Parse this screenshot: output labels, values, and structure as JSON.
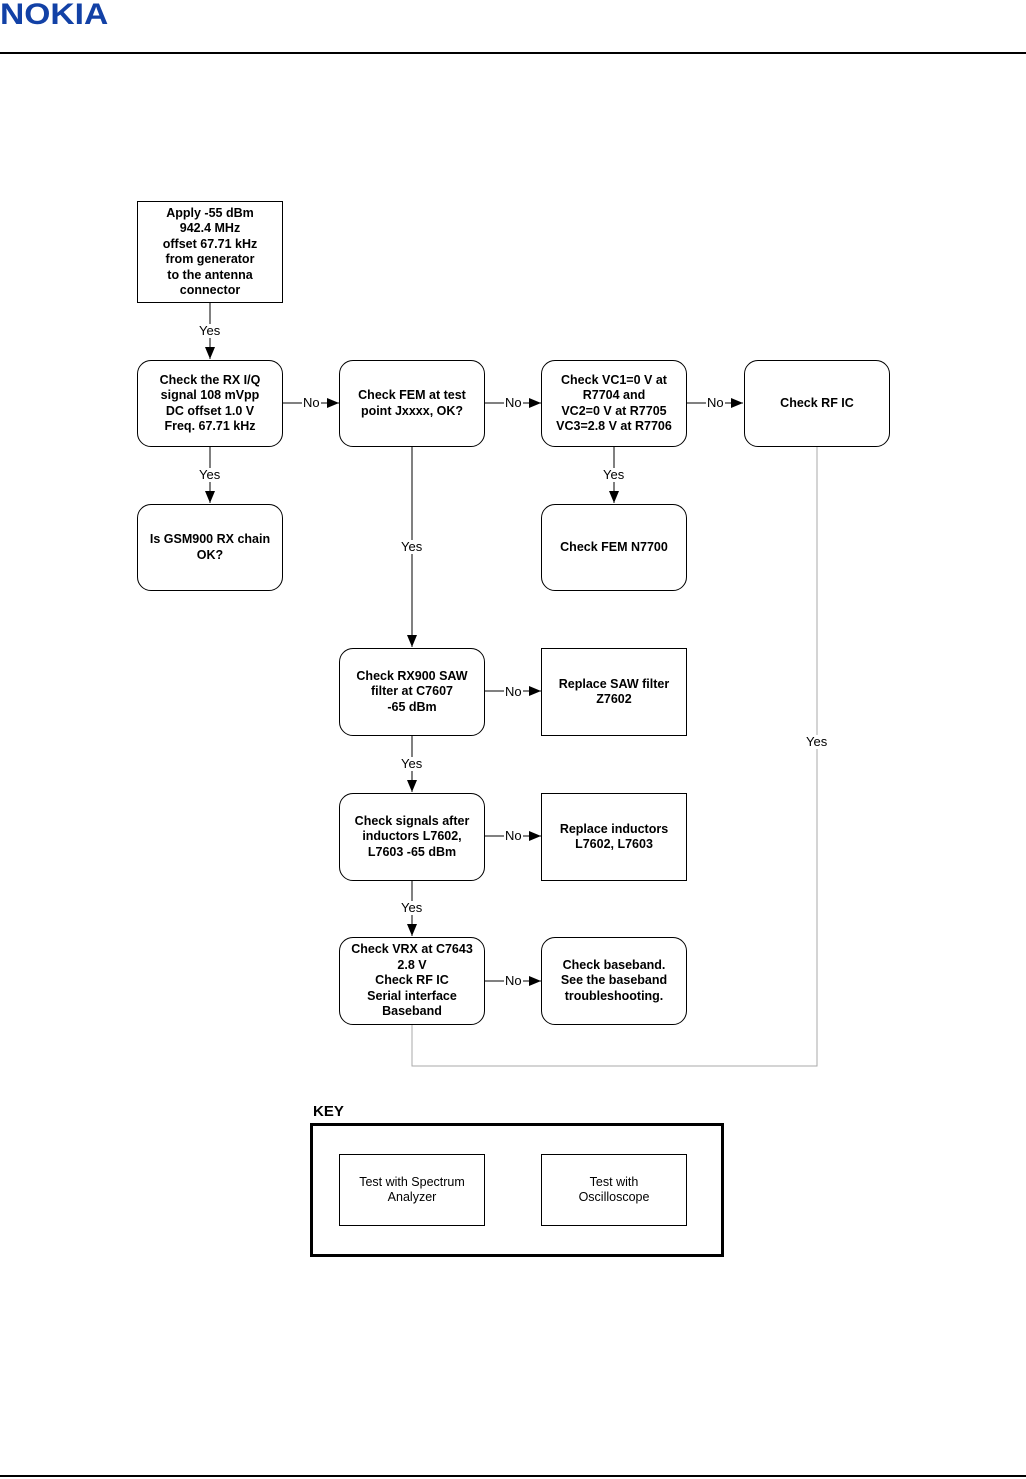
{
  "header": {
    "logo_text": "NOKIA",
    "logo_color": "#1241a6"
  },
  "flowchart": {
    "nodes": {
      "apply_signal": "Apply -55 dBm\n942.4 MHz\noffset 67.71 kHz\nfrom generator\nto the antenna\nconnector",
      "check_rx_iq": "Check the RX I/Q\nsignal 108  mVpp\nDC offset 1.0  V\nFreq. 67.71 kHz",
      "is_gsm900_ok": "Is GSM900 RX chain\nOK?",
      "check_fem_test_point": "Check FEM at test\npoint Jxxxx, OK?",
      "check_vc": "Check VC1=0 V at\nR7704 and\nVC2=0 V at R7705\nVC3=2.8 V at R7706",
      "check_rf_ic_top": "Check RF IC",
      "check_fem_n7700": "Check FEM N7700",
      "check_rx900_saw": "Check RX900 SAW\nfilter at C7607\n-65 dBm",
      "replace_saw": "Replace SAW filter\nZ7602",
      "check_signals_inductors": "Check signals after\ninductors L7602,\nL7603  -65 dBm",
      "replace_inductors": "Replace  inductors\nL7602, L7603",
      "check_vrx": "Check VRX at C7643\n2.8 V\nCheck RF IC\nSerial interface\nBaseband",
      "check_baseband": "Check baseband.\nSee the baseband\ntroubleshooting."
    },
    "edge_labels": {
      "yes_apply_rxiq": "Yes",
      "yes_rxiq_gsm": "Yes",
      "no_rxiq_fem": "No",
      "no_fem_vc": "No",
      "no_vc_rfic": "No",
      "yes_vc_femn": "Yes",
      "yes_fem_saw": "Yes",
      "no_saw_replace": "No",
      "yes_saw_inductors": "Yes",
      "no_inductors_replace": "No",
      "yes_inductors_vrx": "Yes",
      "no_vrx_baseband": "No",
      "yes_rfic_loop": "Yes"
    }
  },
  "key": {
    "title": "KEY",
    "spectrum": "Test with Spectrum\nAnalyzer",
    "oscilloscope": "Test with\nOscilloscope"
  }
}
